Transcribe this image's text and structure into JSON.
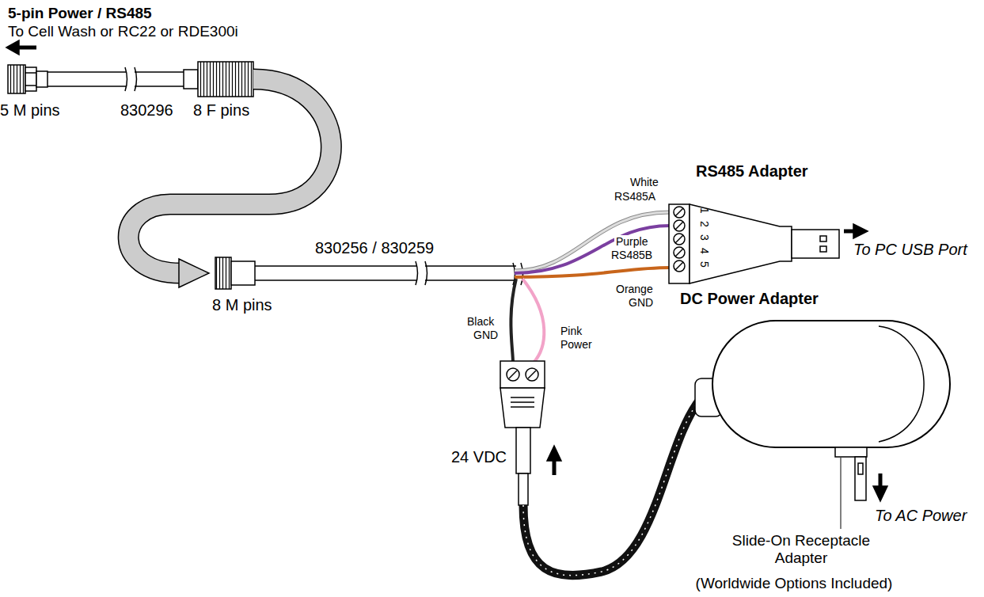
{
  "diagram": {
    "nodes": [
      {
        "text": [
          "RS485 Adapter"
        ]
      },
      {
        "text": [
          "DC Power Adapter"
        ]
      }
    ],
    "labels": [
      "5-pin Power / RS485",
      "To Cell Wash or RC22 or RDE300i",
      "5 M pins",
      "830296",
      "8 F pins",
      "830256 / 830259",
      "8 M pins",
      "White",
      "RS485A",
      "Purple",
      "RS485B",
      "Orange",
      "GND",
      "1",
      "2",
      "3",
      "4",
      "5",
      "To PC USB Port",
      "Black",
      "GND",
      "Pink",
      "Power",
      "24 VDC",
      "To AC Power",
      "Slide-On Receptacle Adapter",
      "(Worldwide Options Included)"
    ]
  }
}
